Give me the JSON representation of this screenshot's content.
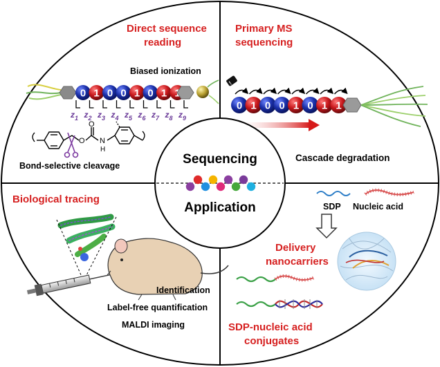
{
  "quadrants": {
    "top_left": {
      "title_line1": "Direct sequence",
      "title_line2": "reading",
      "label_biased": "Biased ionization",
      "label_cleavage": "Bond-selective cleavage",
      "chem_o": "O",
      "chem_n": "N",
      "chem_h": "H",
      "bead_digits": [
        "0",
        "1",
        "0",
        "0",
        "1",
        "0",
        "1",
        "1"
      ],
      "z_labels": [
        {
          "z": "z",
          "sub": "1"
        },
        {
          "z": "z",
          "sub": "2"
        },
        {
          "z": "z",
          "sub": "3"
        },
        {
          "z": "z",
          "sub": "4"
        },
        {
          "z": "z",
          "sub": "5"
        },
        {
          "z": "z",
          "sub": "6"
        },
        {
          "z": "z",
          "sub": "7"
        },
        {
          "z": "z",
          "sub": "8"
        },
        {
          "z": "z",
          "sub": "9"
        }
      ]
    },
    "top_right": {
      "title_line1": "Primary MS",
      "title_line2": "sequencing",
      "label_cascade": "Cascade degradation",
      "bead_digits": [
        "0",
        "1",
        "0",
        "0",
        "1",
        "0",
        "1",
        "1"
      ]
    },
    "bottom_left": {
      "title": "Biological tracing",
      "items": [
        "Identification",
        "Label-free quantification",
        "MALDI imaging"
      ]
    },
    "bottom_right": {
      "label_sdp": "SDP",
      "label_nucleic": "Nucleic acid",
      "title_delivery_line1": "Delivery",
      "title_delivery_line2": "nanocarriers",
      "title_conj_line1": "SDP-nucleic acid",
      "title_conj_line2": "conjugates"
    }
  },
  "center": {
    "top_word": "Sequencing",
    "bottom_word": "Application",
    "dot_colors": [
      "#8b3fa0",
      "#e02b2b",
      "#1f8fe0",
      "#f5b400",
      "#e02b7a",
      "#8b3fa0",
      "#46a83a",
      "#7a3b9a",
      "#1fb0e0"
    ]
  },
  "colors": {
    "title_red": "#d62020",
    "bead_blue": "#1a2fa8",
    "bead_red": "#c8181c",
    "z_purple": "#6a3a98"
  }
}
